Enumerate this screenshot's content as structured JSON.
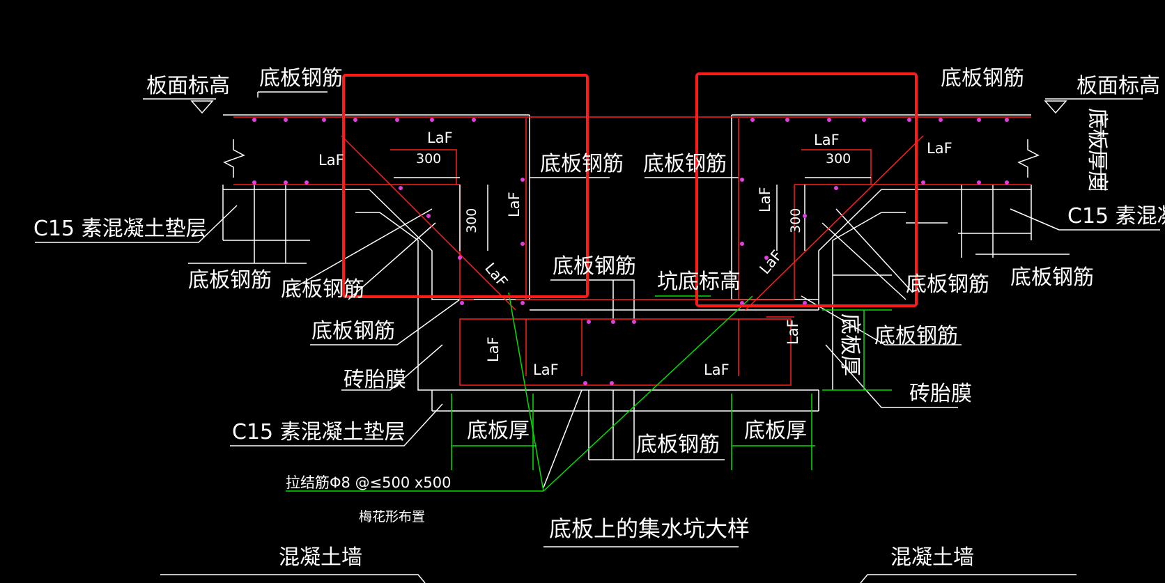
{
  "labels": {
    "slab_top_elev": "板面标高",
    "bottom_rebar": "底板钢筋",
    "laf": "LaF",
    "dim_300": "300",
    "c15_bedding": "C15 素混凝土垫层",
    "slab_thickness": "底板厚度",
    "brick_membrane": "砖胎膜",
    "pit_bottom_elev": "坑底标高",
    "slab_thick": "底板厚",
    "tie_bar": "拉结筋Φ8 @≤500 x500",
    "quincunx": "梅花形布置",
    "title": "底板上的集水坑大样",
    "concrete_wall": "混凝土墙"
  },
  "colors": {
    "background": "#000000",
    "line": "#ffffff",
    "rebar": "#ff2020",
    "dimension": "#00e000",
    "highlight_box": "#ff1a1a",
    "rebar_dot": "#e040e0"
  }
}
